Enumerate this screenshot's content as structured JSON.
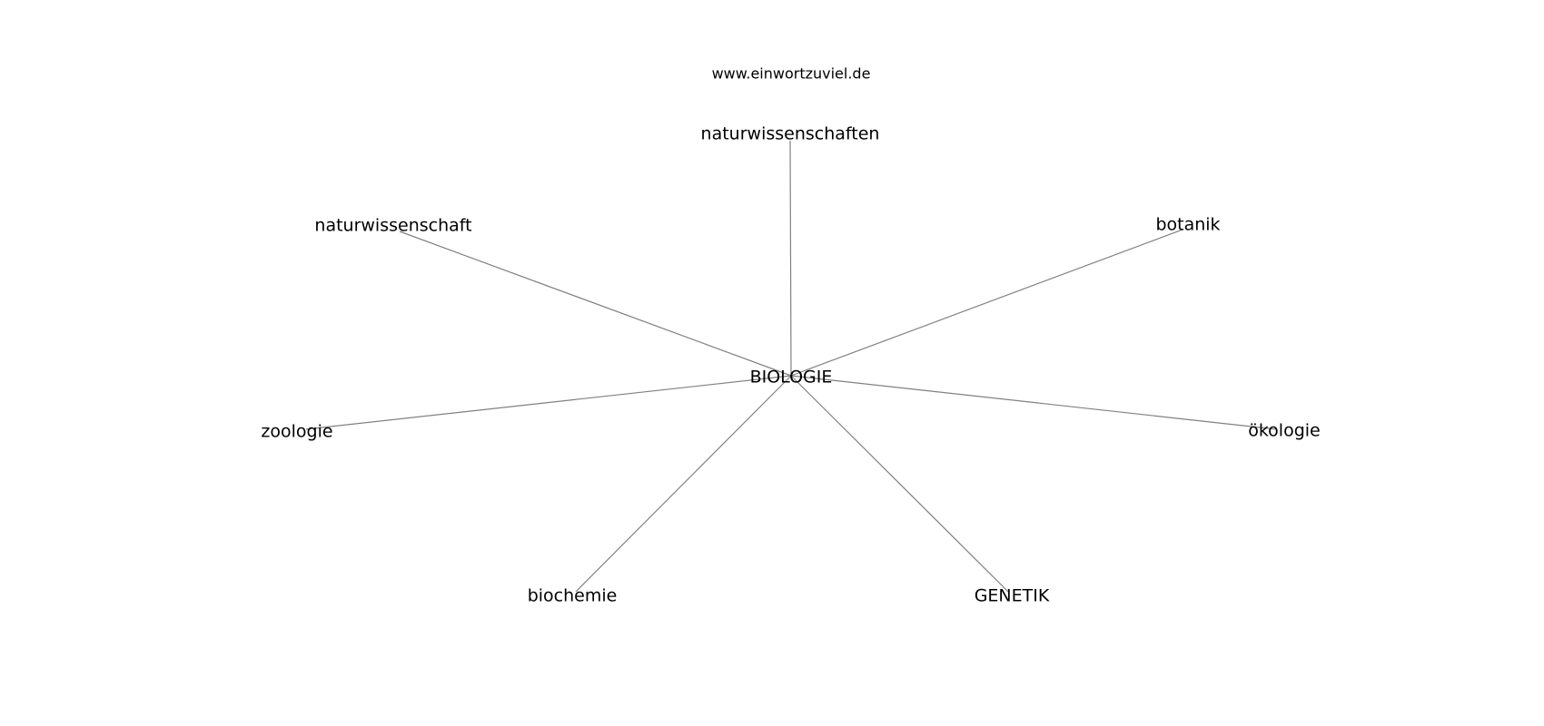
{
  "site": "www.einwortzuviel.de",
  "center": {
    "id": "center",
    "label": "BIOLOGIE"
  },
  "nodes": [
    {
      "id": "naturwissenschaften",
      "label": "naturwissenschaften"
    },
    {
      "id": "naturwissenschaft",
      "label": "naturwissenschaft"
    },
    {
      "id": "botanik",
      "label": "botanik"
    },
    {
      "id": "zoologie",
      "label": "zoologie"
    },
    {
      "id": "oekologie",
      "label": "ökologie"
    },
    {
      "id": "biochemie",
      "label": "biochemie"
    },
    {
      "id": "genetik",
      "label": "GENETIK"
    }
  ]
}
